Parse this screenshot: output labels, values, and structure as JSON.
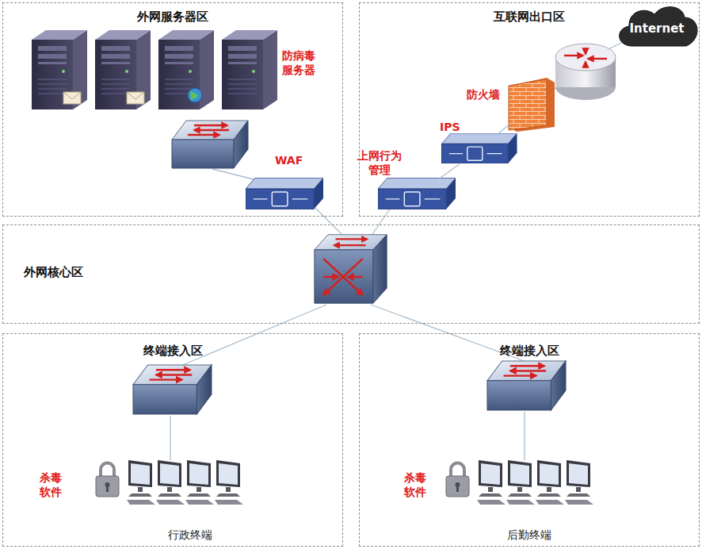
{
  "diagram": {
    "nodes": [
      {
        "text": [
          "外网服务器区"
        ]
      },
      {
        "text": [
          "WAF"
        ],
        "in": 0
      },
      {
        "text": [
          "互联网出口区"
        ]
      },
      {
        "text": [
          "上网行为管理"
        ],
        "in": 2
      },
      {
        "text": [
          "IPS"
        ],
        "in": 2
      },
      {
        "text": [
          "防火墙"
        ],
        "in": 2
      },
      {
        "text": [
          "Internet"
        ],
        "in": 2
      },
      {
        "text": [
          "外网核心区"
        ]
      },
      {
        "text": [
          "终端接入区"
        ]
      },
      {
        "text": [
          "终端接入区"
        ]
      }
    ],
    "edges": [
      {
        "from": 3,
        "to": 4,
        "arrow": "none"
      },
      {
        "from": 4,
        "to": 5,
        "arrow": "none"
      }
    ],
    "labels": [
      "防病毒服务器",
      "杀毒软件",
      "杀毒软件",
      "行政终端",
      "后勤终端"
    ]
  }
}
